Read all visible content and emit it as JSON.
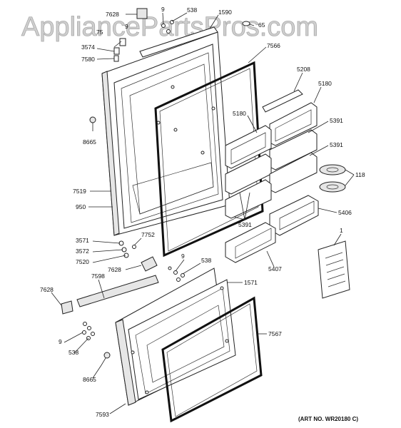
{
  "watermark": "AppliancePartsPros.com",
  "art_number": "(ART NO. WR20180 C)",
  "callouts": [
    "7628",
    "9",
    "538",
    "1590",
    "65",
    "75",
    "9",
    "3574",
    "7580",
    "7566",
    "5208",
    "5180",
    "5180",
    "5391",
    "5391",
    "8665",
    "118",
    "7519",
    "950",
    "5406",
    "5391",
    "3571",
    "7752",
    "3572",
    "7520",
    "9",
    "538",
    "7628",
    "5407",
    "1",
    "7598",
    "1571",
    "7628",
    "9",
    "538",
    "7567",
    "8665",
    "7593"
  ]
}
